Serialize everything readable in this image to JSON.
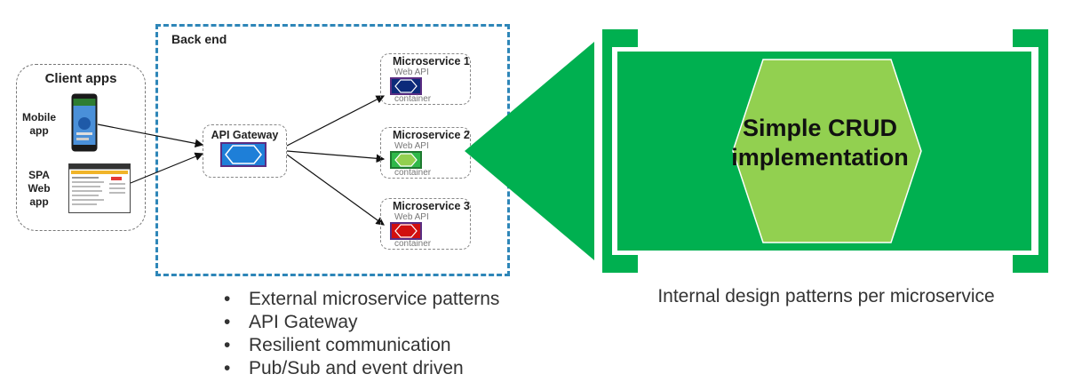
{
  "client_apps": {
    "title": "Client apps",
    "mobile_label_1": "Mobile",
    "mobile_label_2": "app",
    "spa_label_1": "SPA",
    "spa_label_2": "Web",
    "spa_label_3": "app"
  },
  "backend": {
    "title": "Back end",
    "gateway_label": "API Gateway",
    "microservices": [
      {
        "title": "Microservice 1",
        "sub1": "Web API",
        "sub2": "container",
        "color": "#0c2a7a"
      },
      {
        "title": "Microservice 2",
        "sub1": "Web API",
        "sub2": "container",
        "color": "#2fb84a"
      },
      {
        "title": "Microservice 3",
        "sub1": "Web API",
        "sub2": "container",
        "color": "#d10f0f"
      }
    ]
  },
  "bullets": [
    "External microservice patterns",
    "API Gateway",
    "Resilient communication",
    "Pub/Sub and event driven"
  ],
  "internal": {
    "hex_line1": "Simple CRUD",
    "hex_line2": "implementation",
    "caption": "Internal design patterns per microservice",
    "green": "#00b050",
    "hex_color": "#92d050"
  }
}
